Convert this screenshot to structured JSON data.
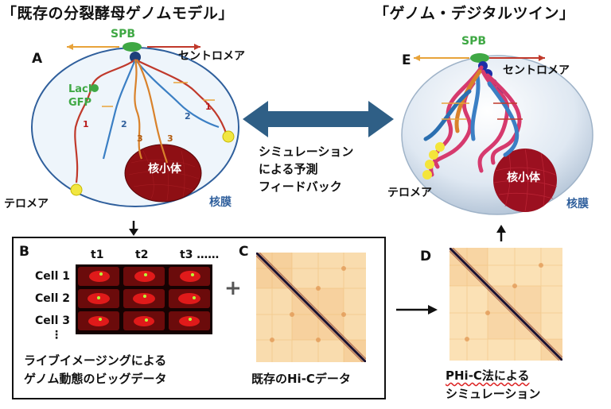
{
  "left_title": "「既存の分裂酵母ゲノムモデル」",
  "right_title": "「ゲノム・デジタルツイン」",
  "panel_a": {
    "letter": "A",
    "spb": "SPB",
    "centromere": "セントロメア",
    "laci": "LacI-",
    "gfp": "GFP",
    "telomere": "テロメア",
    "nucleolus": "核小体",
    "nuclear_membrane": "核膜",
    "chr_labels": [
      "1",
      "2",
      "3",
      "1",
      "2",
      "3"
    ]
  },
  "panel_e": {
    "letter": "E",
    "spb": "SPB",
    "centromere": "セントロメア",
    "telomere": "テロメア",
    "nucleolus": "核小体",
    "nuclear_membrane": "核膜"
  },
  "feedback": {
    "line1": "シミュレーション",
    "line2": "による予測",
    "line3": "フィードバック"
  },
  "panel_b": {
    "letter": "B",
    "times": [
      "t1",
      "t2",
      "t3 ……"
    ],
    "cells": [
      "Cell 1",
      "Cell 2",
      "Cell 3"
    ],
    "ellipsis": "⋮",
    "caption_line1": "ライブイメージングによる",
    "caption_line2": "ゲノム動態のビッグデータ"
  },
  "plus": "+",
  "panel_c": {
    "letter": "C",
    "caption": "既存のHi-Cデータ"
  },
  "panel_d": {
    "letter": "D",
    "caption_line1": "PHi-C法による",
    "caption_line2": "シミュレーション"
  },
  "colors": {
    "chr1": "#c0392b",
    "chr2": "#3b7fc4",
    "chr3": "#d9822b",
    "spb": "#3fa844",
    "arrow_main": "#2f5f86",
    "nucleolus": "#8e0f14",
    "hic_bg": "#f9dcae",
    "hic_diag": "#1a1030"
  }
}
